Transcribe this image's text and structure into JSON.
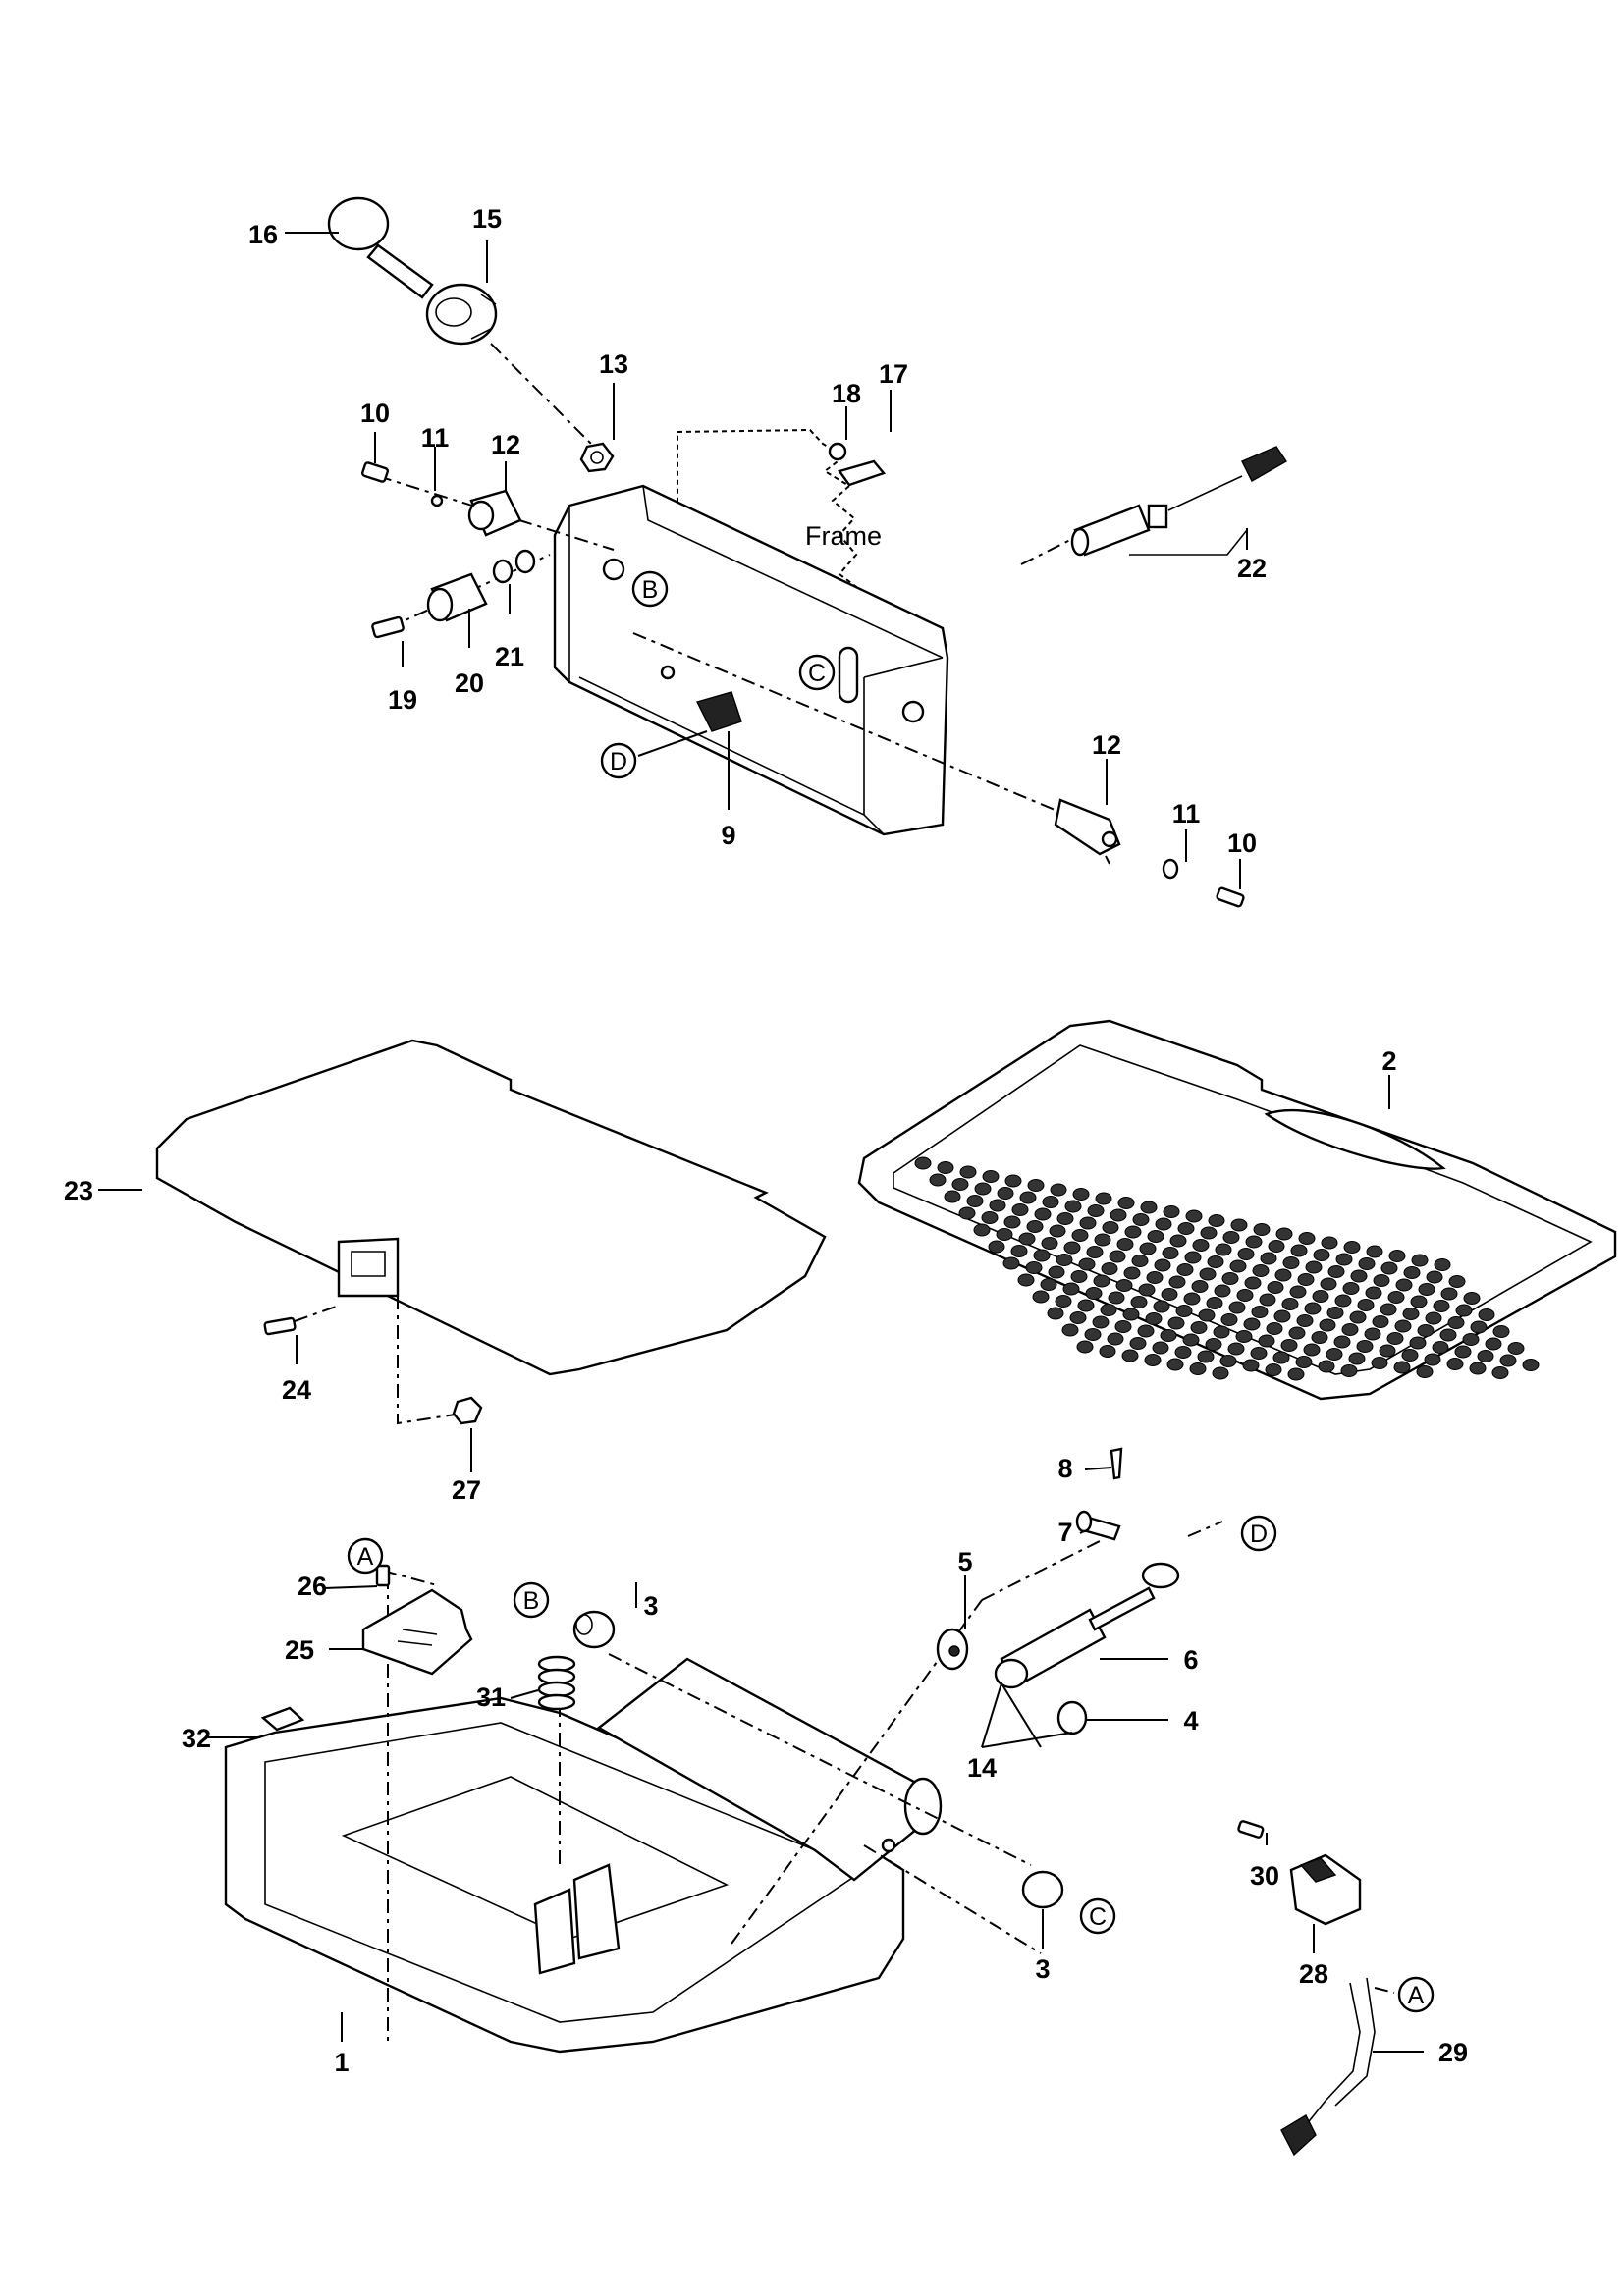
{
  "diagram": {
    "frame_label": "Frame",
    "part_labels": [
      "1",
      "2",
      "3",
      "3",
      "4",
      "5",
      "6",
      "7",
      "8",
      "9",
      "10",
      "10",
      "11",
      "11",
      "12",
      "12",
      "13",
      "14",
      "15",
      "16",
      "17",
      "18",
      "19",
      "20",
      "21",
      "22",
      "23",
      "24",
      "25",
      "26",
      "27",
      "28",
      "29",
      "30",
      "31",
      "32"
    ],
    "reference_markers": [
      "A",
      "A",
      "B",
      "B",
      "C",
      "C",
      "D",
      "D"
    ]
  }
}
